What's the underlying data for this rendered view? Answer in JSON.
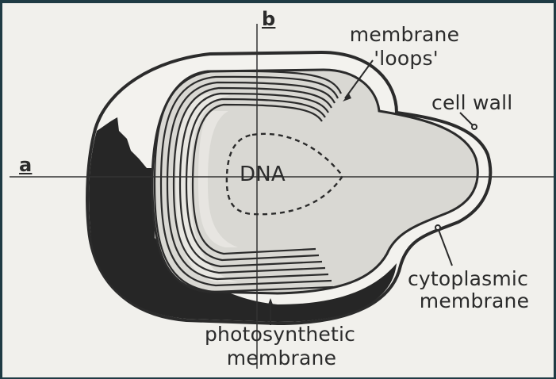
{
  "labels": {
    "axis_a": "a",
    "axis_b": "b",
    "dna": "DNA",
    "membrane_loops_line1": "membrane",
    "membrane_loops_line2": "'loops'",
    "cell_wall": "cell wall",
    "cytoplasmic_line1": "cytoplasmic",
    "cytoplasmic_line2": "membrane",
    "photosynthetic_line1": "photosynthetic",
    "photosynthetic_line2": "membrane"
  },
  "colors": {
    "background": "#f1f0ec",
    "ink": "#2b2b2b",
    "cytoplasm": "#d9d8d3",
    "dark_region": "#262626",
    "outer_frame": "#1f3b44"
  }
}
